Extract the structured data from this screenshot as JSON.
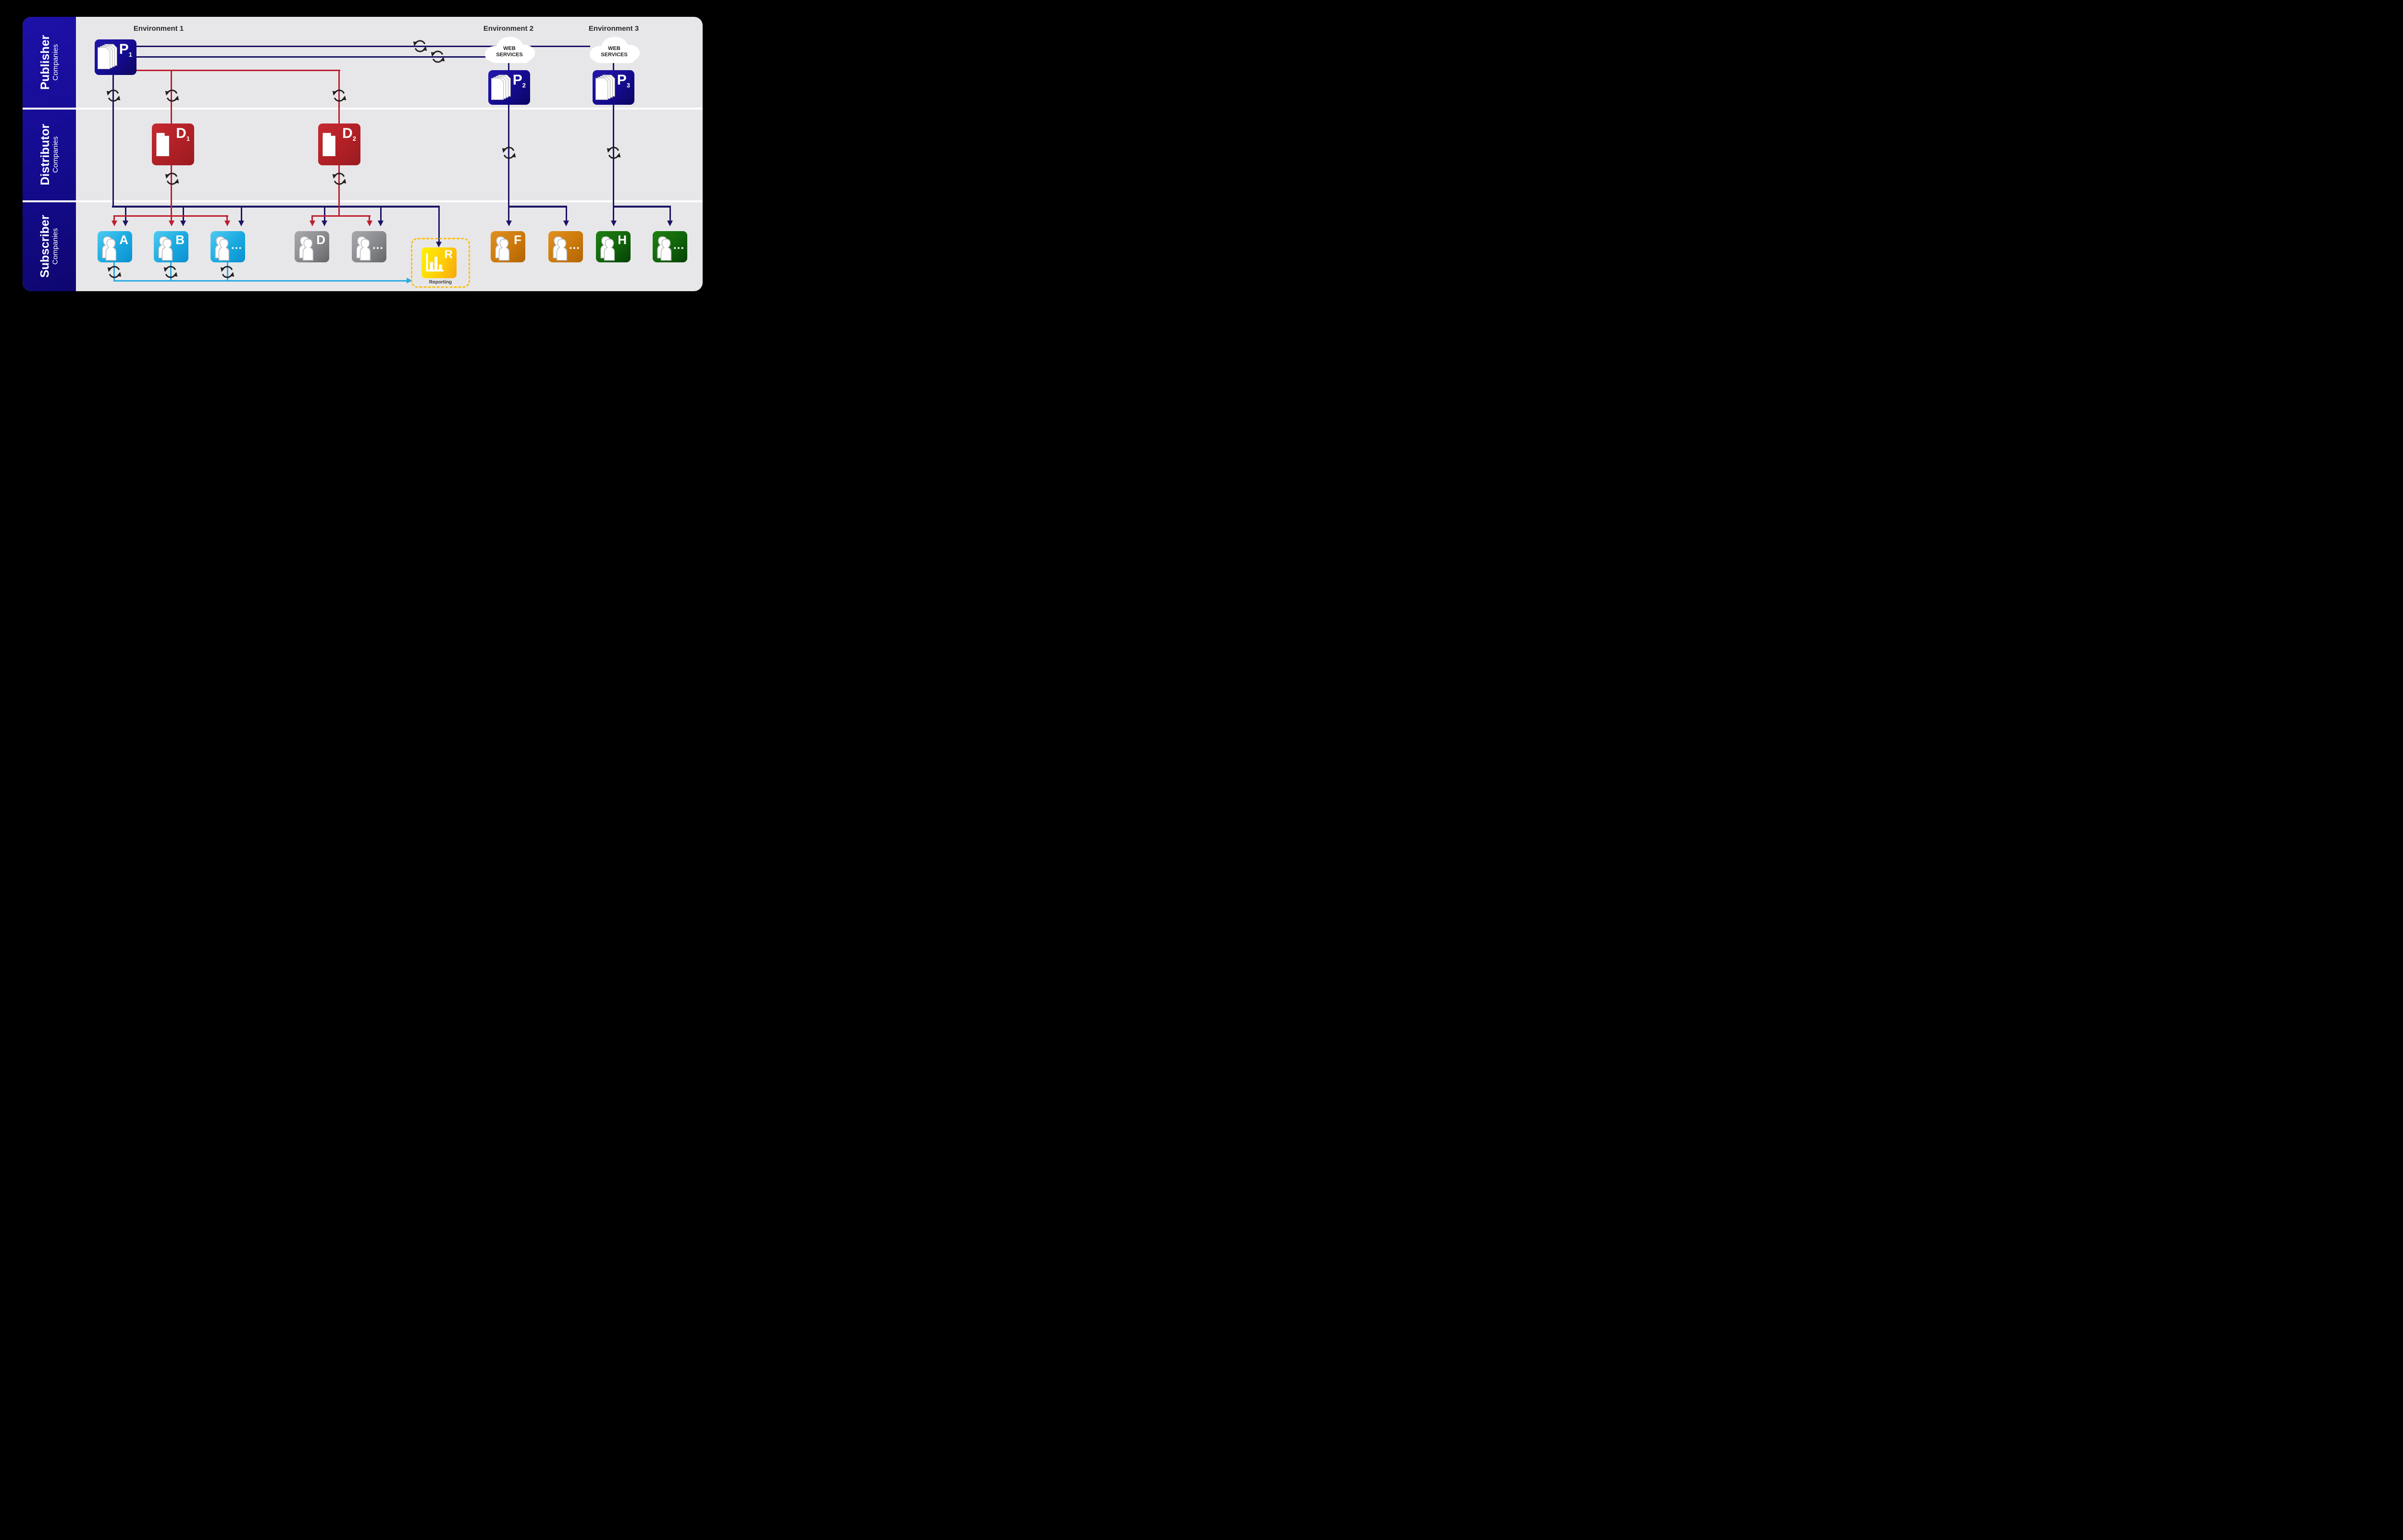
{
  "diagram": {
    "sidebar": {
      "rows": [
        {
          "title": "Publisher",
          "subtitle": "Companies"
        },
        {
          "title": "Distributor",
          "subtitle": "Companies"
        },
        {
          "title": "Subscriber",
          "subtitle": "Companies"
        }
      ]
    },
    "environments": [
      {
        "label": "Environment 1"
      },
      {
        "label": "Environment 2"
      },
      {
        "label": "Environment 3"
      }
    ],
    "clouds": {
      "line1": "WEB",
      "line2": "SERVICES"
    },
    "publishers": [
      {
        "letter": "P",
        "sub": "1"
      },
      {
        "letter": "P",
        "sub": "2"
      },
      {
        "letter": "P",
        "sub": "3"
      }
    ],
    "distributors": [
      {
        "letter": "D",
        "sub": "1"
      },
      {
        "letter": "D",
        "sub": "2"
      }
    ],
    "subscribers": [
      {
        "label": "A",
        "group": "cyan"
      },
      {
        "label": "B",
        "group": "cyan"
      },
      {
        "label": "...",
        "group": "cyan"
      },
      {
        "label": "D",
        "group": "gray"
      },
      {
        "label": "...",
        "group": "gray"
      },
      {
        "label": "F",
        "group": "orange"
      },
      {
        "label": "...",
        "group": "orange"
      },
      {
        "label": "H",
        "group": "green"
      },
      {
        "label": "...",
        "group": "green"
      }
    ],
    "reporting": {
      "letter": "R",
      "caption": "Reporting"
    },
    "icons": {
      "sync": "circular-sync-arrows",
      "cloud": "cloud",
      "person": "person-silhouette",
      "pages": "document-stack",
      "document": "document-page",
      "chart": "bar-chart"
    },
    "colors": {
      "background": "#000000",
      "panel": "#e7e7e9",
      "navy_line": "#1b1464",
      "navy_node": "#160c9c",
      "red": "#be1e2d",
      "cyan": "#29abe2",
      "gray": "#808285",
      "orange": "#cb790b",
      "green": "#11640b",
      "yellow": "#fdc00f",
      "sync": "#231f20"
    }
  }
}
